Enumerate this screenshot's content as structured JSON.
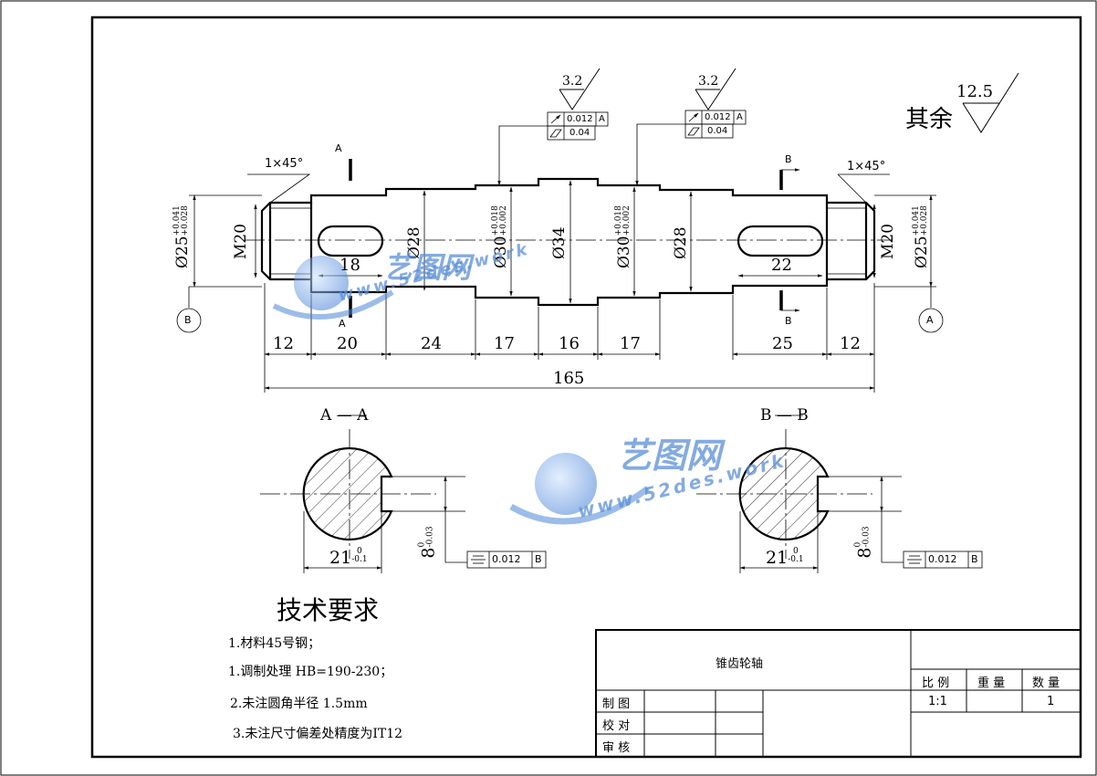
{
  "roughness_other": {
    "label": "其余",
    "value": "12.5"
  },
  "roughness_marks": [
    "3.2",
    "3.2"
  ],
  "tolerance_frames": {
    "left": {
      "runout": "0.012",
      "datum": "A",
      "cyl": "0.04"
    },
    "right": {
      "runout": "0.012",
      "datum": "A",
      "cyl": "0.04"
    },
    "keyway_a": {
      "value": "0.012",
      "datum": "B"
    },
    "keyway_b": {
      "value": "0.012",
      "datum": "B"
    }
  },
  "datum_labels": [
    "B",
    "A"
  ],
  "section_marks": {
    "a": "A",
    "b": "B"
  },
  "chamfers": [
    "1×45°",
    "1×45°"
  ],
  "diameters": {
    "d25_main": "Ø25",
    "d25_tol_up": "+0.041",
    "d25_tol_low": "+0.028",
    "m20": "M20",
    "d28": "Ø28",
    "d30_main": "Ø30",
    "d30_tol_up": "+0.018",
    "d30_tol_low": "+0.002",
    "d34": "Ø34",
    "key_left": "18",
    "key_right": "22"
  },
  "lengths": [
    "12",
    "20",
    "24",
    "17",
    "16",
    "17",
    "25",
    "12"
  ],
  "total_length": "165",
  "sections": {
    "aa_title": "A — A",
    "bb_title": "B — B",
    "width_main": "21",
    "width_up": "0",
    "width_low": "-0.1",
    "depth_main": "8",
    "depth_up": "0",
    "depth_low": "-0.03"
  },
  "tech": {
    "heading": "技术要求",
    "items": [
      "1.材料45号钢；",
      "1.调制处理 HB=190-230；",
      "2.未注圆角半径 1.5mm",
      "3.未注尺寸偏差处精度为IT12"
    ]
  },
  "title_block": {
    "part_name": "锥齿轮轴",
    "headers": [
      "比 例",
      "重 量",
      "数 量"
    ],
    "values": [
      "1:1",
      "",
      "1"
    ],
    "rows": [
      "制 图",
      "校 对",
      "审 核"
    ]
  },
  "watermark": {
    "brand": "艺图网",
    "url": "www.52des.work"
  }
}
